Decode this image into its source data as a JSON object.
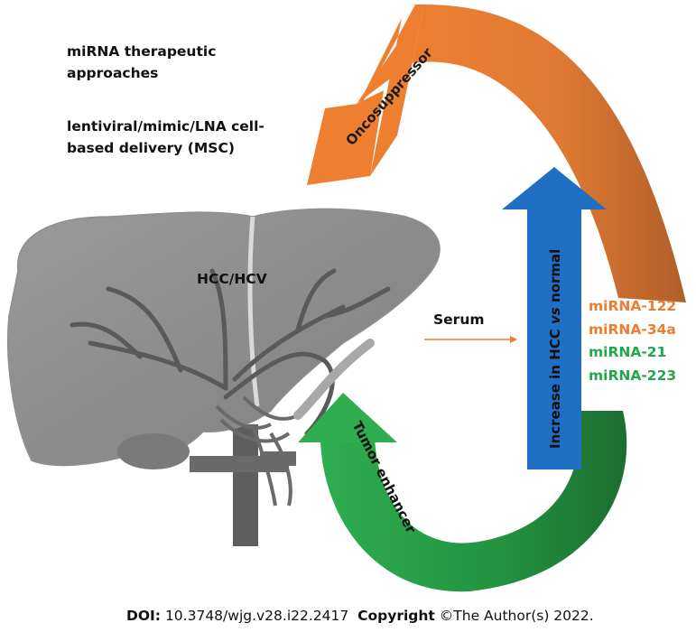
{
  "therapy": {
    "title_line1": "miRNA therapeutic",
    "title_line2": "approaches",
    "delivery_line1": "lentiviral/mimic/LNA cell-",
    "delivery_line2": "based delivery (MSC)"
  },
  "liver_label": "HCC/HCV",
  "serum_label": "Serum",
  "arrows": {
    "oncosuppressor": "Oncosuppressor",
    "tumor_enhancer": "Tumor enhancer",
    "increase_prefix": "Increase in HCC ",
    "increase_vs": "vs",
    "increase_suffix": " normal"
  },
  "mirnas": [
    {
      "name": "miRNA-122",
      "color": "#ed7d31"
    },
    {
      "name": "miRNA-34a",
      "color": "#ed7d31"
    },
    {
      "name": "miRNA-21",
      "color": "#22a84a"
    },
    {
      "name": "miRNA-223",
      "color": "#22a84a"
    }
  ],
  "footer": {
    "doi_label": "DOI:",
    "doi_value": " 10.3748/wjg.v28.i22.2417",
    "copyright_label": "Copyright",
    "copyright_value": " ©The Author(s) 2022."
  },
  "colors": {
    "orange": "#ed7d31",
    "orange_dark": "#b8622b",
    "green": "#2ea44f",
    "green_dark": "#1d7a36",
    "blue": "#1f6fc4",
    "liver": "#8a8a8a"
  }
}
